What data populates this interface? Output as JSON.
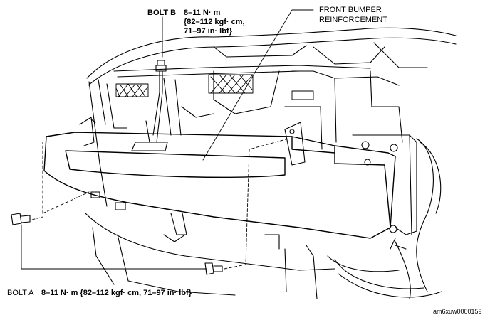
{
  "labels": {
    "bolt_b": {
      "name": "BOLT B",
      "torque_line1": "8–11  N· m",
      "torque_line2": "{82–112  kgf· cm,",
      "torque_line3": "71–97  in· lbf}"
    },
    "front_bumper": {
      "line1": "FRONT BUMPER",
      "line2": "REINFORCEMENT"
    },
    "bolt_a": {
      "name": "BOLT A",
      "torque": "8–11  N· m {82–112  kgf· cm,  71–97  in· lbf}"
    },
    "figure_code": "am6xuw0000159"
  }
}
